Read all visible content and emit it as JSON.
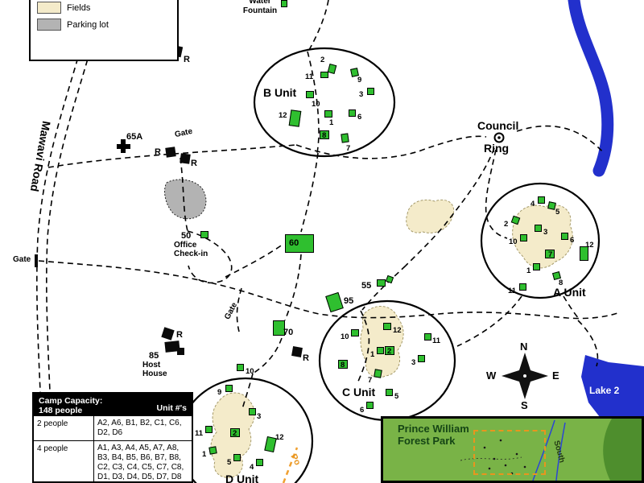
{
  "colors": {
    "site_green": "#2fbf2f",
    "field_tan": "#f4ebca",
    "parking_gray": "#b3b3b3",
    "water_blue": "#2230cc",
    "trail_orange": "#f0a030"
  },
  "legend": {
    "fields": "Fields",
    "parking": "Parking lot"
  },
  "labels": {
    "road": "Mawavi Road",
    "water_line1": "Water",
    "water_line2": "Fountain",
    "council_line1": "Council",
    "council_line2": "Ring",
    "gate": "Gate",
    "restroom": "R",
    "lake": "Lake 2",
    "trail": "Po",
    "office_num": "50",
    "office_line1": "Office",
    "office_line2": "Check-in",
    "host_num": "85",
    "host_line1": "Host",
    "host_line2": "House",
    "first_aid": "65A",
    "b60": "60",
    "b70": "70",
    "b95": "95",
    "b55": "55"
  },
  "units": {
    "a": {
      "name": "A Unit",
      "sites": [
        "4",
        "5",
        "2",
        "3",
        "10",
        "6",
        "12",
        "7",
        "1",
        "8",
        "11"
      ]
    },
    "b": {
      "name": "B Unit",
      "sites": [
        "2",
        "11",
        "9",
        "3",
        "10",
        "12",
        "1",
        "6",
        "8",
        "7"
      ]
    },
    "c": {
      "name": "C Unit",
      "sites": [
        "10",
        "12",
        "11",
        "1",
        "2",
        "8",
        "7",
        "3",
        "5",
        "6"
      ]
    },
    "d": {
      "name": "D Unit",
      "sites": [
        "10",
        "9",
        "3",
        "11",
        "2",
        "12",
        "1",
        "5",
        "4"
      ]
    }
  },
  "compass": {
    "n": "N",
    "e": "E",
    "s": "S",
    "w": "W"
  },
  "capacity": {
    "title_line1": "Camp Capacity:",
    "title_line2": "148 people",
    "col_header": "Unit #'s",
    "rows": [
      {
        "people": "2 people",
        "units": "A2, A6, B1, B2, C1, C6, D2, D6"
      },
      {
        "people": "4 people",
        "units": "A1, A3, A4, A5, A7, A8, B3, B4, B5, B6, B7, B8, C2, C3, C4, C5, C7, C8, D1, D3, D4, D5, D7, D8"
      }
    ]
  },
  "inset": {
    "title_line1": "Prince William",
    "title_line2": "Forest Park",
    "south": "South"
  }
}
